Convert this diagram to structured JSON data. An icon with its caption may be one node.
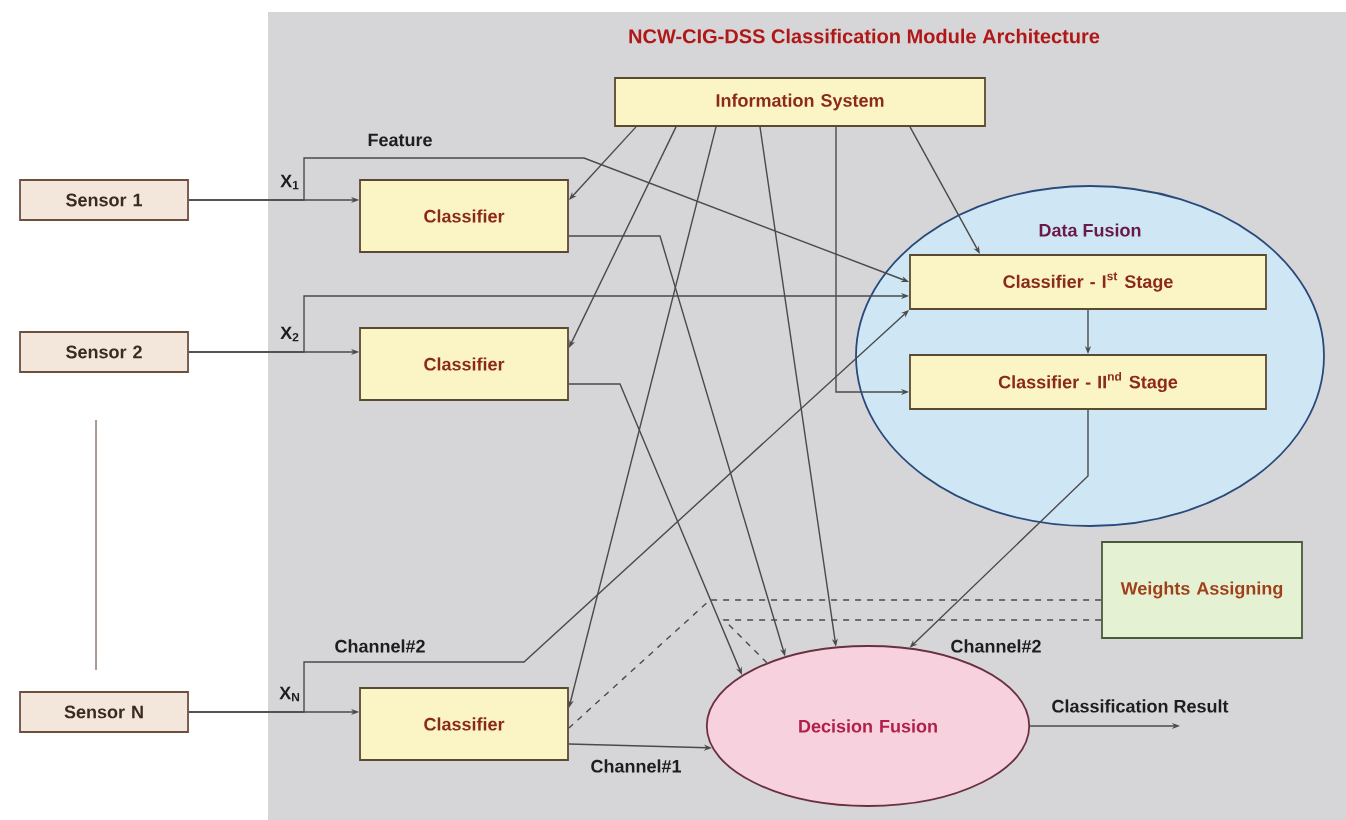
{
  "diagram": {
    "title": "NCW-CIG-DSS Classification Module Architecture",
    "nodes": [
      {
        "text": [
          "Sensor 1"
        ]
      },
      {
        "text": [
          "Sensor 2"
        ]
      },
      {
        "text": [
          "Sensor N"
        ]
      },
      {
        "text": [
          "Information System"
        ]
      },
      {
        "text": [
          "Classifier"
        ]
      },
      {
        "text": [
          "Classifier"
        ]
      },
      {
        "text": [
          "Classifier"
        ]
      },
      {
        "text": [
          "Data Fusion"
        ]
      },
      {
        "text": [
          "Classifier - I$^{st}$ Stage"
        ],
        "in": 7
      },
      {
        "text": [
          "Classifier - II$^{nd}$ Stage"
        ],
        "in": 7
      },
      {
        "text": [
          "Weights Assigning"
        ]
      },
      {
        "text": [
          "Decision Fusion"
        ]
      }
    ],
    "edges": [
      {
        "from": 0,
        "to": 4,
        "arrow": "to",
        "label": "X$_{1}$"
      },
      {
        "from": 1,
        "to": 5,
        "arrow": "to",
        "label": "X$_{2}$"
      },
      {
        "from": 2,
        "to": 6,
        "arrow": "to",
        "label": "X$_{N}$"
      },
      {
        "from": 0,
        "to": 8,
        "arrow": "to",
        "label": "Feature"
      },
      {
        "from": 1,
        "to": 8,
        "arrow": "to"
      },
      {
        "from": 2,
        "to": 8,
        "arrow": "to",
        "label": "Channel#2"
      },
      {
        "from": 3,
        "to": 4,
        "arrow": "to"
      },
      {
        "from": 3,
        "to": 5,
        "arrow": "to"
      },
      {
        "from": 3,
        "to": 6,
        "arrow": "to"
      },
      {
        "from": 3,
        "to": 8,
        "arrow": "to"
      },
      {
        "from": 3,
        "to": 9,
        "arrow": "to"
      },
      {
        "from": 3,
        "to": 11,
        "arrow": "to"
      },
      {
        "from": 4,
        "to": 11,
        "arrow": "to"
      },
      {
        "from": 5,
        "to": 11,
        "arrow": "to"
      },
      {
        "from": 6,
        "to": 11,
        "arrow": "to",
        "label": "Channel#1"
      },
      {
        "from": 8,
        "to": 9,
        "arrow": "to"
      },
      {
        "from": 9,
        "to": 11,
        "arrow": "to",
        "label": "Channel#2"
      },
      {
        "from": 10,
        "to": 6,
        "arrow": "none",
        "style": "dashed"
      },
      {
        "from": 10,
        "to": 11,
        "arrow": "none",
        "style": "dashed"
      },
      {
        "from": 11,
        "to": null,
        "arrow": "to",
        "label": "Classification Result"
      }
    ]
  }
}
